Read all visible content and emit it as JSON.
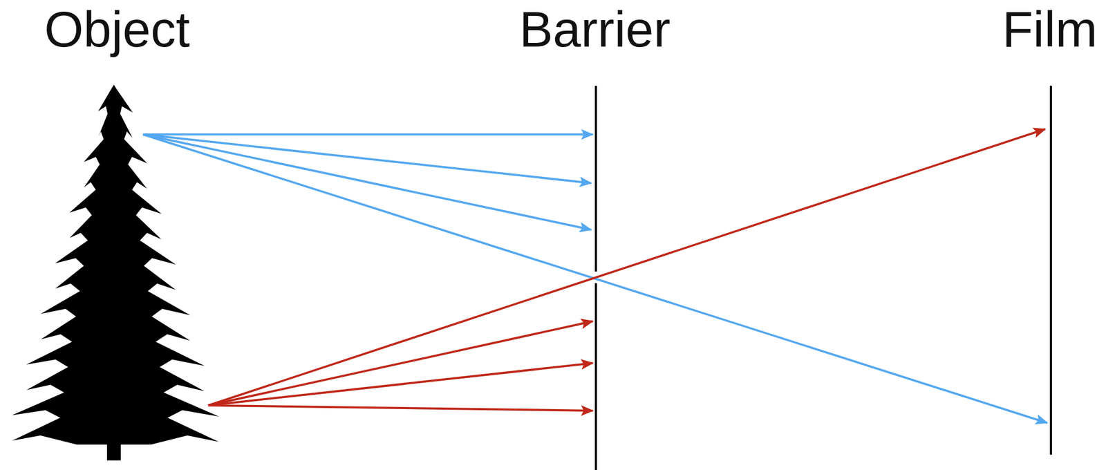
{
  "diagram": {
    "labels": [
      "Object",
      "Barrier",
      "Film"
    ]
  }
}
